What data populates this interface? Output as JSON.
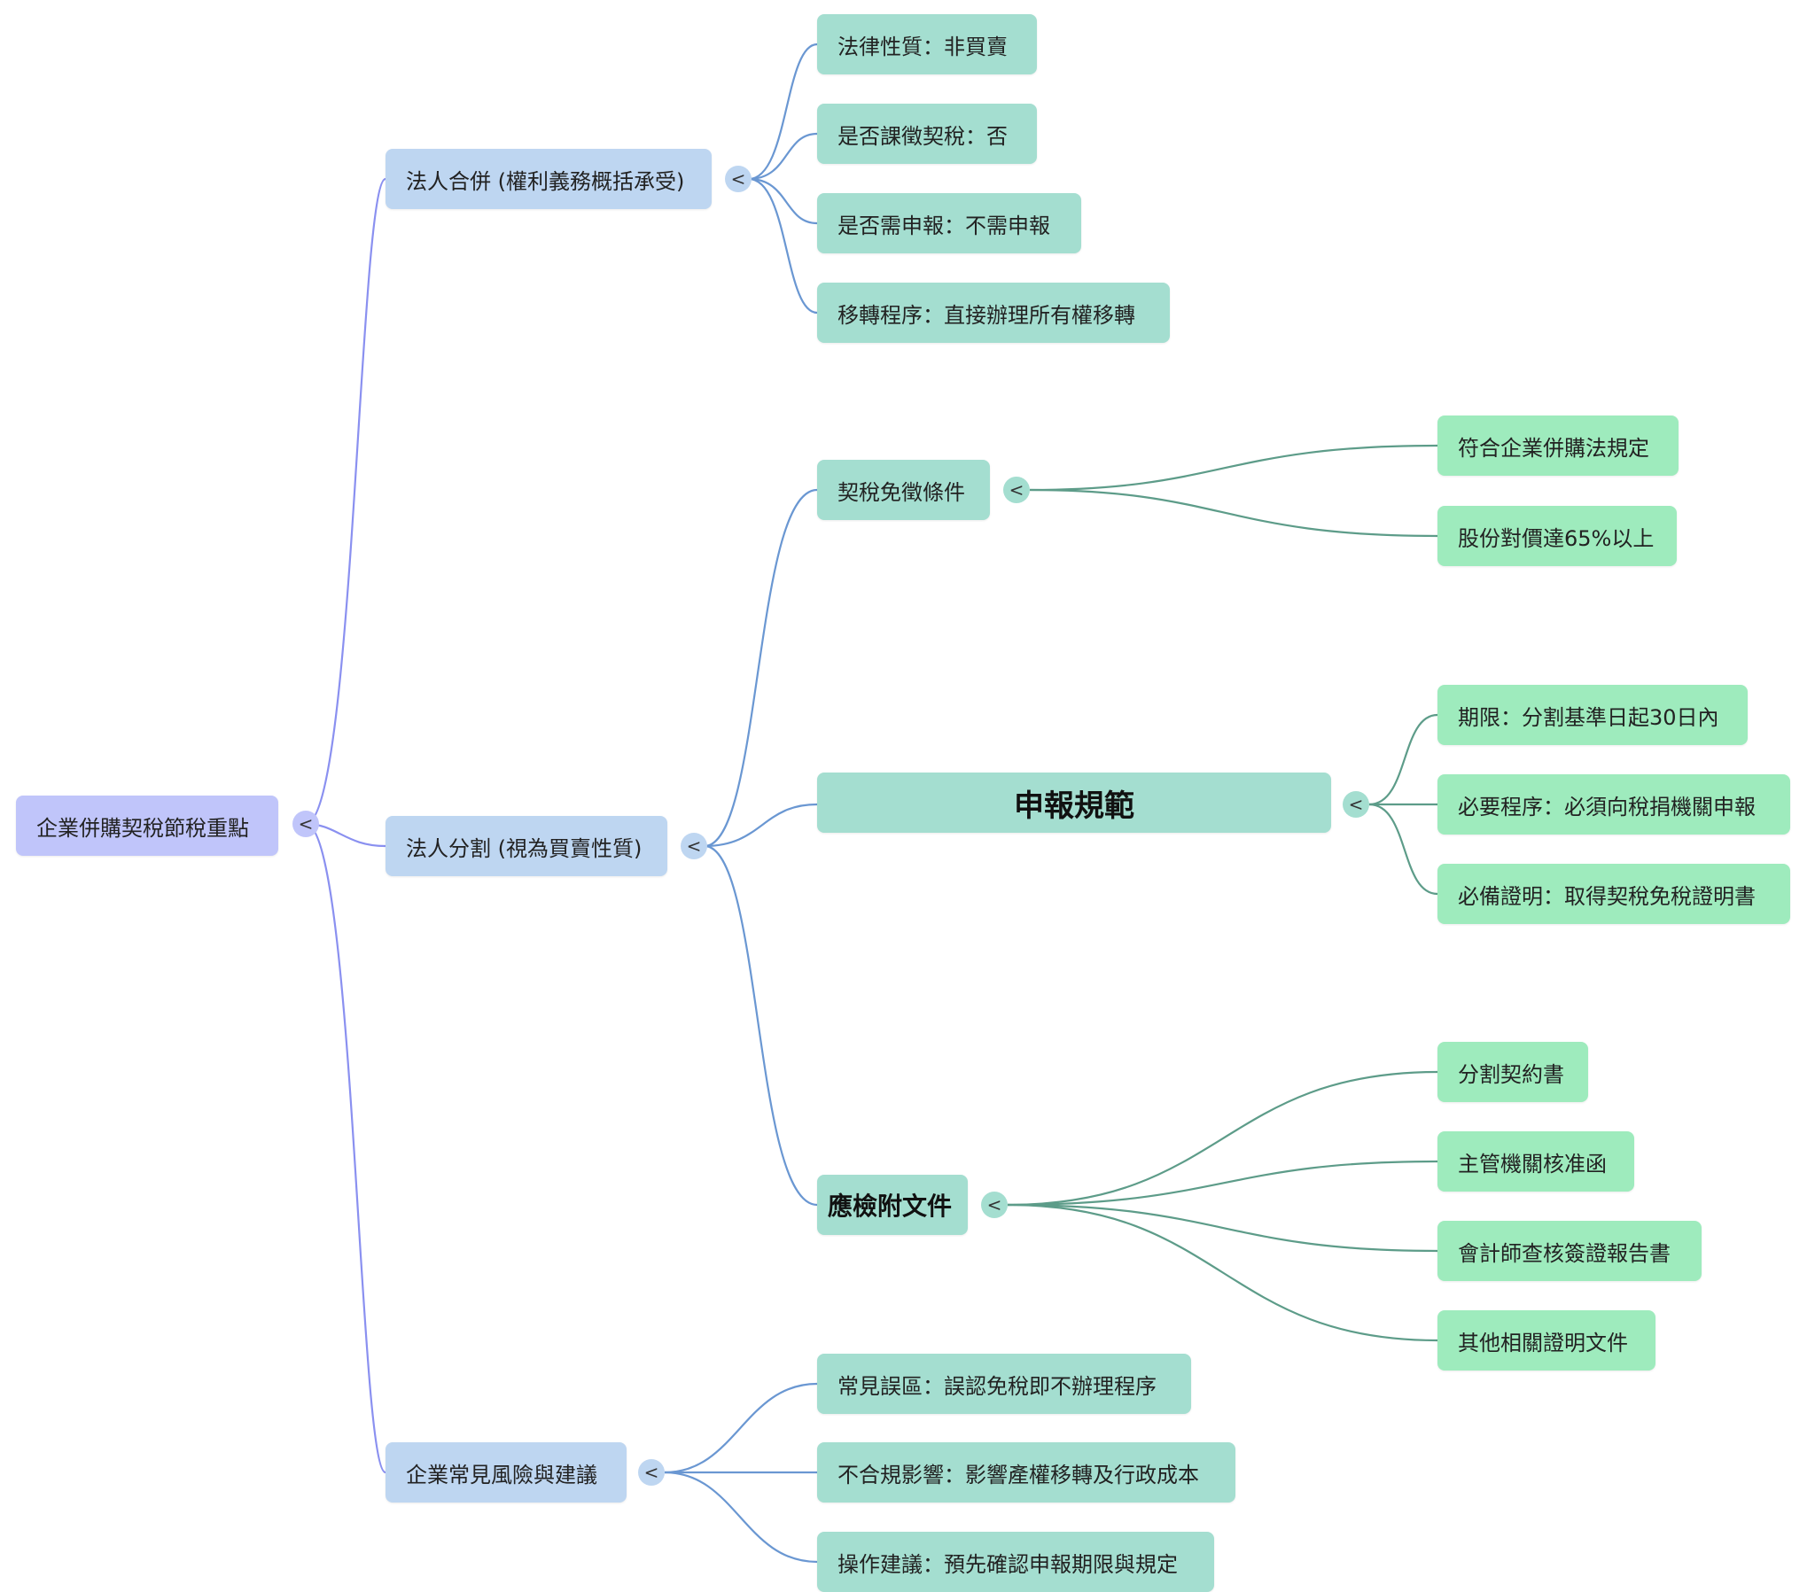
{
  "mindmap": {
    "root": {
      "label": "企業併購契稅節稅重點",
      "toggle": "<"
    },
    "branches": [
      {
        "label": "法人合併 (權利義務概括承受)",
        "toggle": "<",
        "children": [
          {
            "label": "法律性質：非買賣"
          },
          {
            "label": "是否課徵契稅：否"
          },
          {
            "label": "是否需申報：不需申報"
          },
          {
            "label": "移轉程序：直接辦理所有權移轉"
          }
        ]
      },
      {
        "label": "法人分割 (視為買賣性質)",
        "toggle": "<",
        "children": [
          {
            "label": "契稅免徵條件",
            "toggle": "<",
            "children": [
              {
                "label": "符合企業併購法規定"
              },
              {
                "label": "股份對價達65%以上"
              }
            ]
          },
          {
            "label": "申報規範",
            "toggle": "<",
            "children": [
              {
                "label": "期限：分割基準日起30日內"
              },
              {
                "label": "必要程序：必須向稅捐機關申報"
              },
              {
                "label": "必備證明：取得契稅免稅證明書"
              }
            ]
          },
          {
            "label": "應檢附文件",
            "toggle": "<",
            "children": [
              {
                "label": "分割契約書"
              },
              {
                "label": "主管機關核准函"
              },
              {
                "label": "會計師查核簽證報告書"
              },
              {
                "label": "其他相關證明文件"
              }
            ]
          }
        ]
      },
      {
        "label": "企業常見風險與建議",
        "toggle": "<",
        "children": [
          {
            "label": "常見誤區：誤認免稅即不辦理程序"
          },
          {
            "label": "不合規影響：影響產權移轉及行政成本"
          },
          {
            "label": "操作建議：預先確認申報期限與規定"
          }
        ]
      }
    ]
  },
  "colors": {
    "root_fill": "#c0c5fa",
    "level1_fill": "#bed6f1",
    "level2_fill": "#a4ded0",
    "level3_fill": "#9eebbd",
    "root_edge": "#8a90f0",
    "level1_edge": "#6a97d2",
    "level2_edge": "#5d9c89"
  }
}
